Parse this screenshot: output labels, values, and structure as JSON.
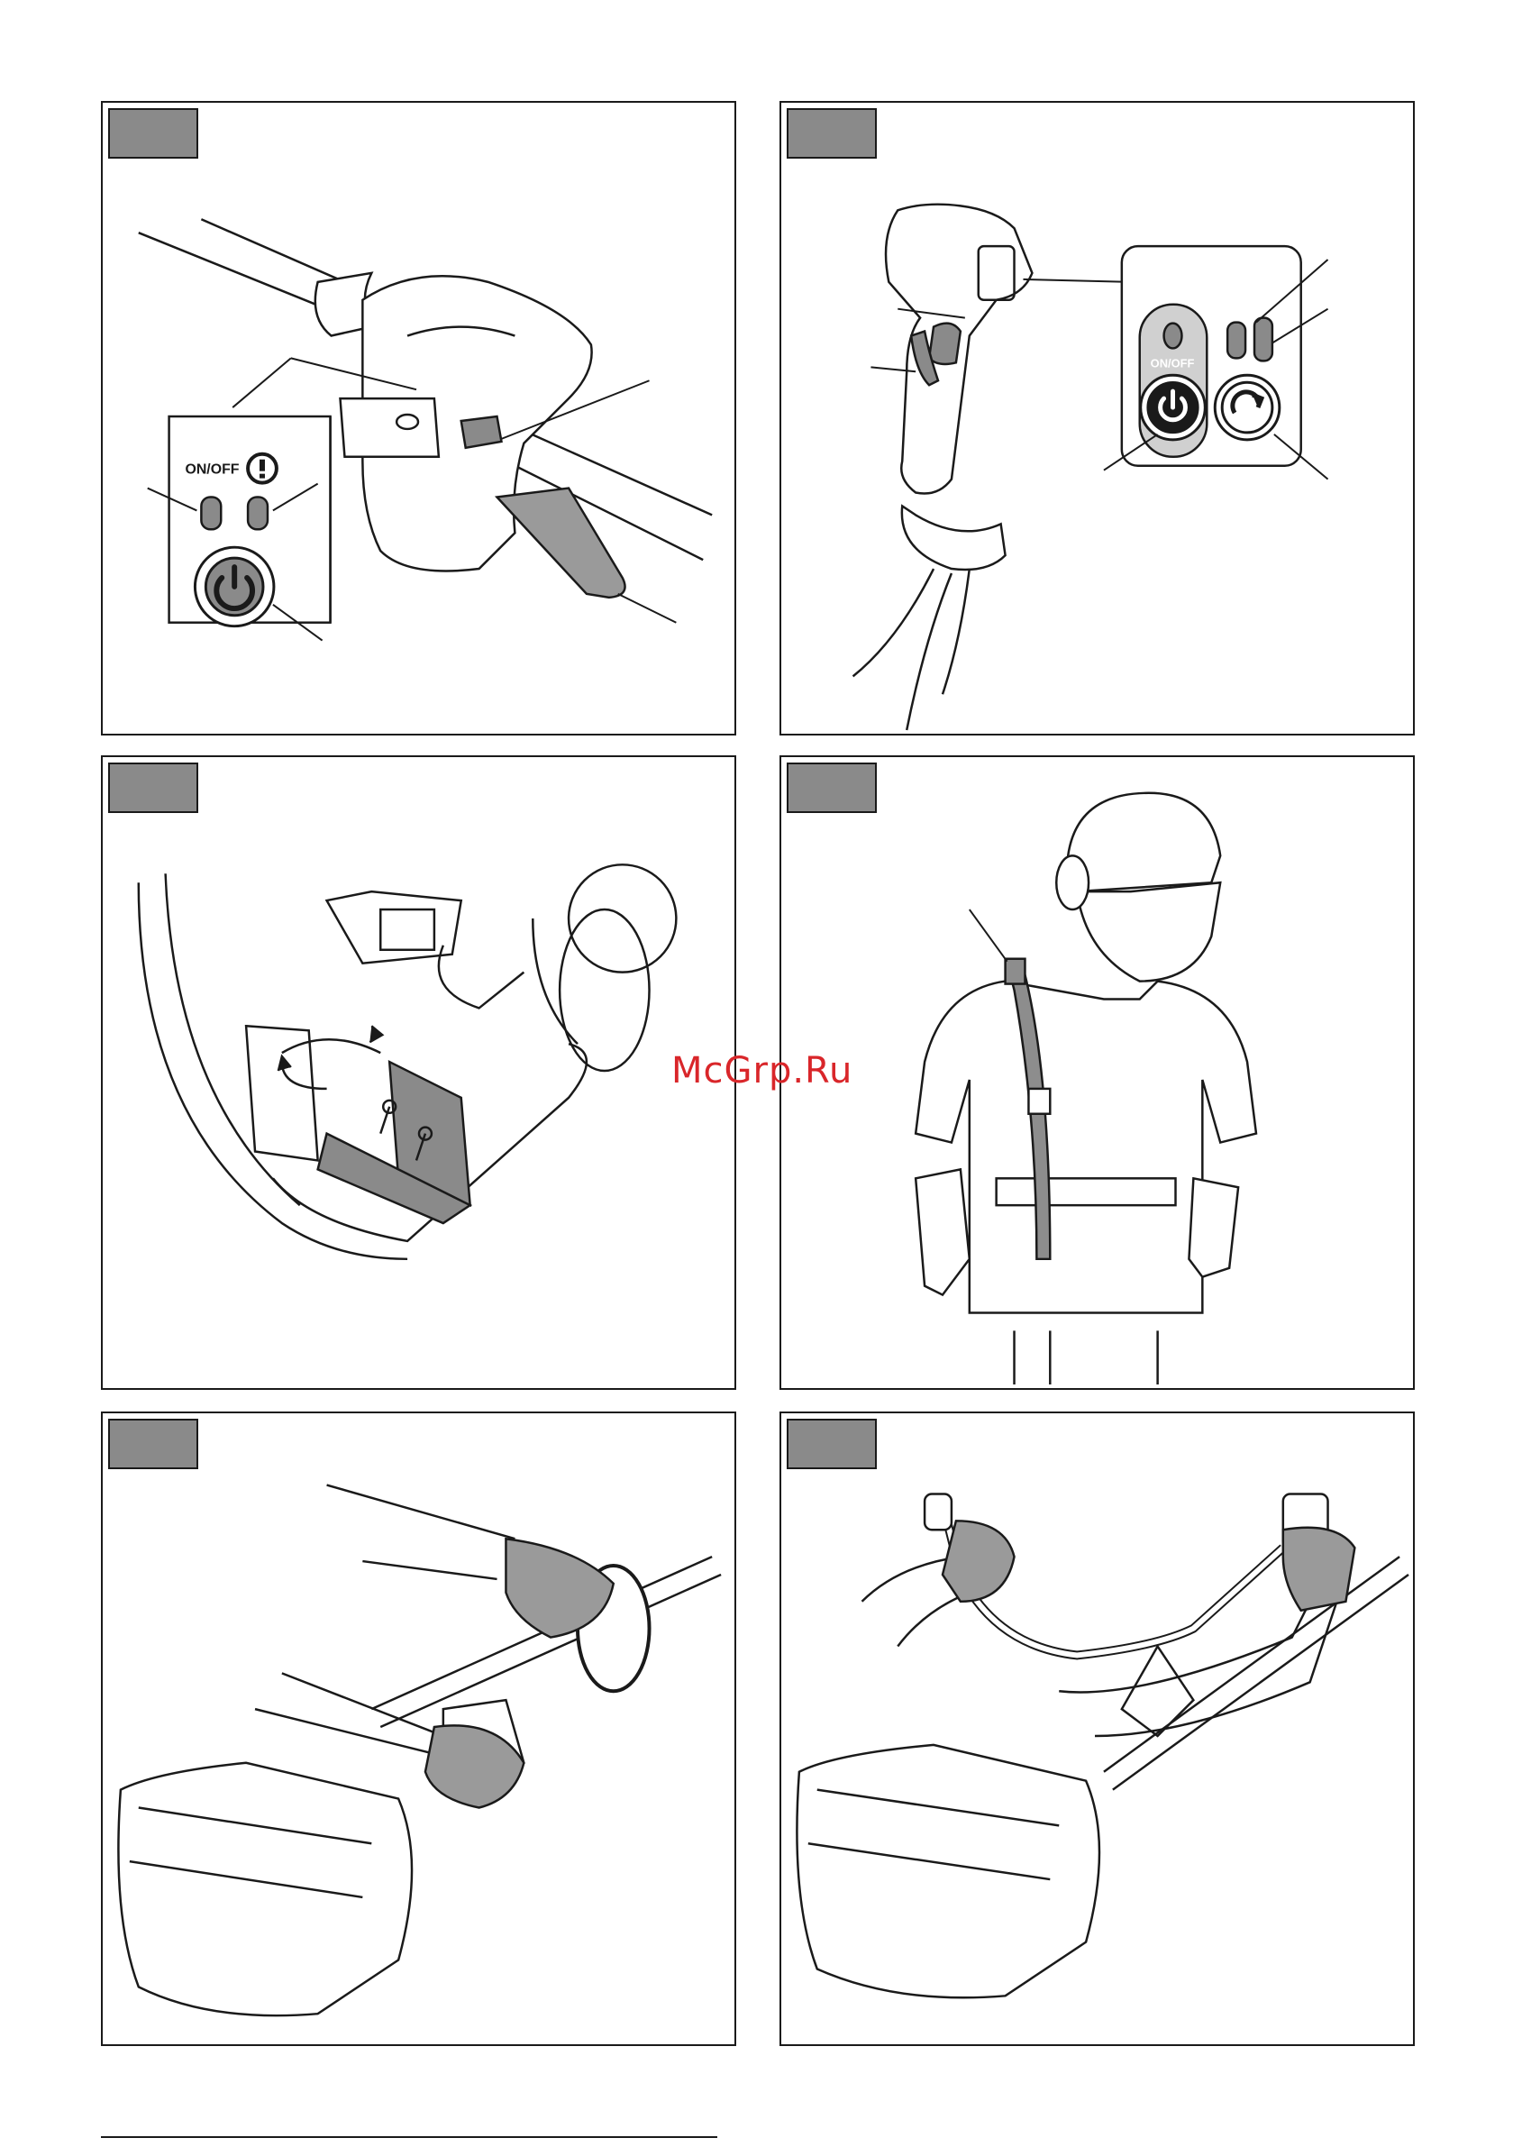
{
  "panel1": {
    "onoff_label": "ON/OFF"
  },
  "panel2": {
    "onoff_label": "ON/OFF"
  },
  "watermark": {
    "text": "McGrp.Ru"
  },
  "colors": {
    "tab": "#8a8a8a",
    "glove": "#9a9a9a",
    "strap": "#8d8d8d",
    "watermark": "#d9262a",
    "line": "#1a1a1a"
  },
  "icons": [
    "power-icon",
    "alert-icon",
    "rotation-icon"
  ]
}
